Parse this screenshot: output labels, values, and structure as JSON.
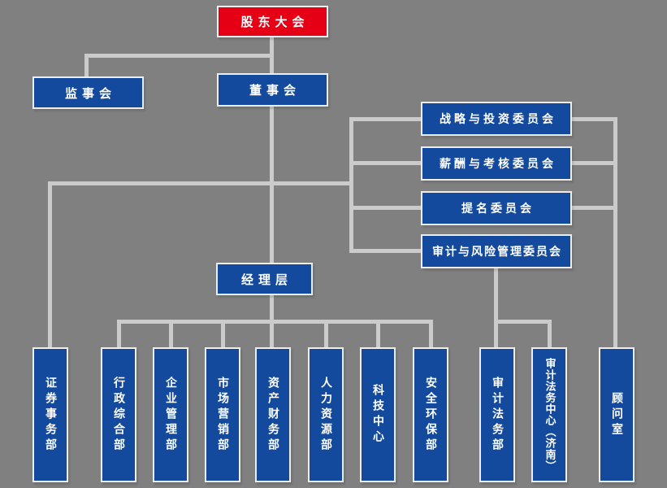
{
  "colors": {
    "canvas_bg": "#808080",
    "node_blue": "#134a9d",
    "node_red": "#e60016",
    "connector": "#cbcbcb",
    "node_border": "#ededed",
    "text": "#ffffff"
  },
  "nodes": {
    "shareholders": {
      "label": "股东大会"
    },
    "supervisory": {
      "label": "监事会"
    },
    "board": {
      "label": "董事会"
    },
    "management": {
      "label": "经理层"
    },
    "committees": [
      {
        "label": "战略与投资委员会"
      },
      {
        "label": "薪酬与考核委员会"
      },
      {
        "label": "提名委员会"
      },
      {
        "label": "审计与风险管理委员会"
      }
    ],
    "departments": [
      {
        "label": "证券事务部"
      },
      {
        "label": "行政综合部"
      },
      {
        "label": "企业管理部"
      },
      {
        "label": "市场营销部"
      },
      {
        "label": "资产财务部"
      },
      {
        "label": "人力资源部"
      },
      {
        "label": "科技中心"
      },
      {
        "label": "安全环保部"
      },
      {
        "label": "审计法务部"
      },
      {
        "label": "审计法务中心（济南）"
      },
      {
        "label": "顾问室"
      }
    ]
  }
}
